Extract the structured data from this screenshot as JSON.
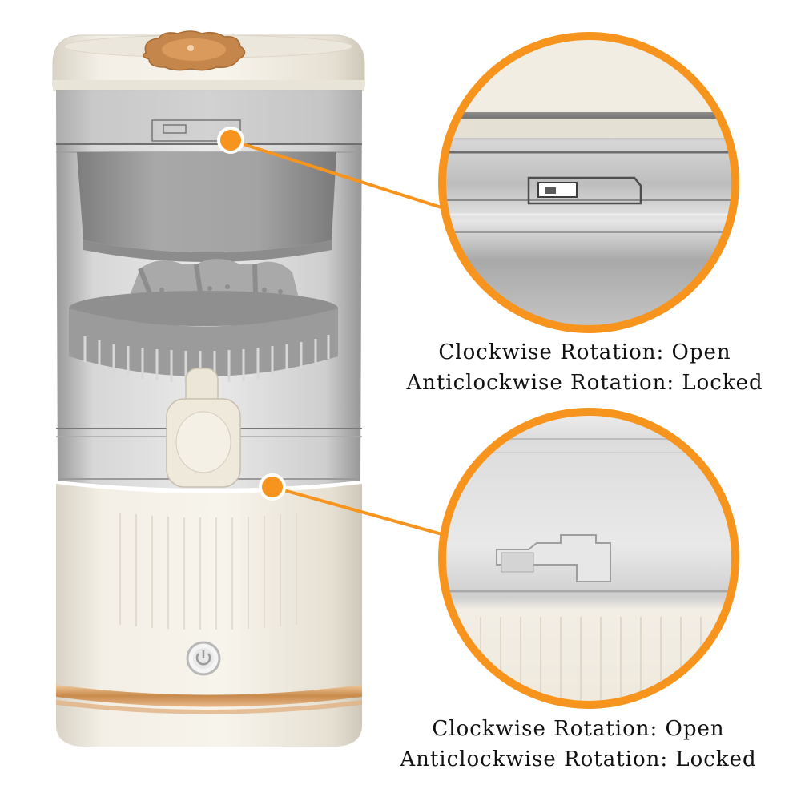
{
  "product": "juicer",
  "colors": {
    "accent_orange": "#F7941D",
    "body_cream": "#EFEADF",
    "copper_band": "#D9A36A",
    "chamber_gray": "#9A9A9A"
  },
  "icons": {
    "power_button": "power-icon"
  },
  "callouts": [
    {
      "line1": "Clockwise Rotation: Open",
      "line2": "Anticlockwise Rotation: Locked"
    },
    {
      "line1": "Clockwise Rotation: Open",
      "line2": "Anticlockwise Rotation: Locked"
    }
  ]
}
